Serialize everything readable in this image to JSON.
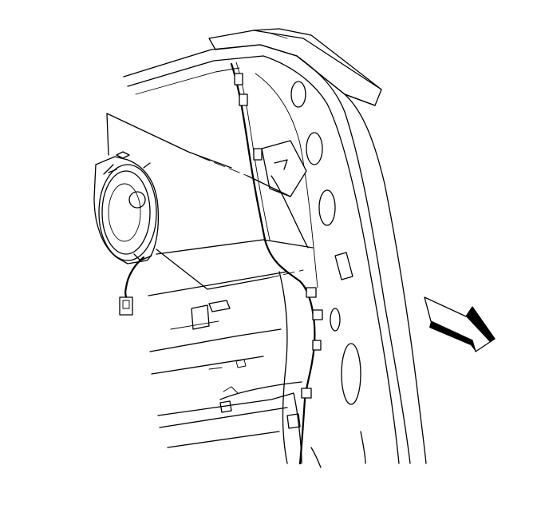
{
  "diagram": {
    "kind": "technical line illustration",
    "components": [
      "speaker",
      "speaker-connector",
      "body-panel",
      "wiring-harness",
      "inner-pillar",
      "direction-arrow"
    ],
    "colors": {
      "line": "#000000",
      "background": "#ffffff"
    },
    "arrow_direction": "down-right"
  }
}
